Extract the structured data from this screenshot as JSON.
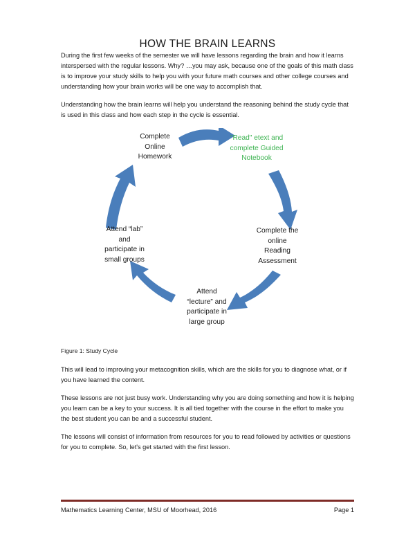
{
  "document": {
    "title": "HOW THE BRAIN LEARNS",
    "paragraphs": [
      "During the first few weeks of the semester we will have lessons regarding the brain and how it learns interspersed with the regular lessons.  Why? …you may ask, because one of the goals of this math class is to improve your study skills to help you with your future math courses and other college courses and understanding how your brain works will be one way to accomplish that.",
      "Understanding how the brain learns will help you understand the reasoning behind the study cycle that is used in this class and how each step in the cycle is essential."
    ],
    "figure_caption": "Figure 1: Study Cycle",
    "paragraphs_after": [
      "This will lead to improving your metacognition skills, which are the skills for you to diagnose what, or if you have learned the content.",
      "These lessons are not just busy work.  Understanding why you are doing something and how it is helping you learn can be a key to your success. It is all tied together with the course in the effort to make you the best student you can be and a successful student.",
      "The lessons will consist of information from resources for you to read followed by activities or questions for you to complete.  So, let's get started with the first lesson."
    ]
  },
  "diagram": {
    "name": "study-cycle",
    "arrow_color": "#4A7EBB",
    "highlight_color": "#3DB351",
    "nodes": [
      {
        "id": "homework",
        "label": "Complete\nOnline\nHomework",
        "color": "#1a1a1a"
      },
      {
        "id": "read",
        "label": "\"Read\" etext and\ncomplete Guided\nNotebook",
        "color": "#3DB351"
      },
      {
        "id": "reading-assessment",
        "label": "Complete the\nonline\nReading\nAssessment",
        "color": "#1a1a1a"
      },
      {
        "id": "lecture",
        "label": "Attend\n“lecture” and\nparticipate in\nlarge group",
        "color": "#1a1a1a"
      },
      {
        "id": "lab",
        "label": "Attend “lab”\nand\nparticipate in\nsmall groups",
        "color": "#1a1a1a"
      }
    ],
    "arrows": [
      {
        "id": "homework-to-read",
        "from": "homework",
        "to": "read"
      },
      {
        "id": "read-to-reading",
        "from": "read",
        "to": "reading-assessment"
      },
      {
        "id": "reading-to-lecture",
        "from": "reading-assessment",
        "to": "lecture"
      },
      {
        "id": "lecture-to-lab",
        "from": "lecture",
        "to": "lab"
      },
      {
        "id": "lab-to-homework",
        "from": "lab",
        "to": "homework"
      }
    ]
  },
  "footer": {
    "rule_color": "#7E2B26",
    "left_text": "Mathematics Learning Center, MSU of Moorhead, 2016",
    "right_text": "Page 1"
  }
}
